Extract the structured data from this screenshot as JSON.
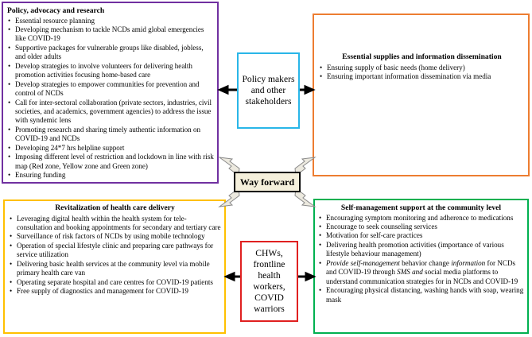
{
  "center": {
    "label": "Way forward"
  },
  "policy_makers": {
    "label": "Policy makers and other stakeholders"
  },
  "chws": {
    "label": "CHWs, frontline health workers, COVID warriors"
  },
  "policy_box": {
    "title": "Policy, advocacy and research",
    "items": [
      "Essential resource planning",
      "Developing mechanism to tackle NCDs amid global emergencies like COVID-19",
      "Supportive packages for vulnerable groups like disabled, jobless, and older adults",
      "Develop strategies to involve volunteers for delivering health promotion activities focusing home-based care",
      "Develop strategies to empower communities for prevention and control of NCDs",
      "Call for inter-sectoral collaboration (private sectors, industries, civil societies, and academics, government agencies) to address the issue with syndemic lens",
      "Promoting research and sharing timely authentic information on COVID-19 and NCDs",
      "Developing 24*7 hrs helpline support",
      "Imposing different level of restriction and lockdown in line with risk map (Red zone, Yellow zone and Green zone)",
      "Ensuring funding"
    ]
  },
  "essential_box": {
    "title": "Essential supplies and information dissemination",
    "items": [
      "Ensuring supply of basic needs (home delivery)",
      "Ensuring important information dissemination via media"
    ]
  },
  "revit_box": {
    "title": "Revitalization of health care delivery",
    "items": [
      "Leveraging digital health within the health system for tele-consultation and booking appointments for secondary and tertiary care",
      "Surveillance of risk factors of NCDs by using mobile technology",
      "Operation of special lifestyle clinic and preparing care pathways for service utilization",
      "Delivering basic health services at the community level via mobile primary health care van",
      "Operating separate hospital and care centres for COVID-19 patients",
      "Free supply of diagnostics and management for COVID-19"
    ]
  },
  "selfm_box": {
    "title": "Self-management support at the community level",
    "items": [
      "Encouraging symptom monitoring and adherence to medications",
      "Encourage to seek counseling services",
      "Motivation for self-care practices",
      "Delivering health promotion activities (importance of various lifestyle behaviour management)",
      "",
      "Encouraging physical distancing, washing hands with soap, wearing mask"
    ],
    "item5_parts": {
      "p1": "Provide self-management",
      "p2": " behavior change ",
      "p3": "information",
      "p4": " for NCDs and COVID-19 through ",
      "p5": "SMS and",
      "p6": " social media platforms to understand communication strategies for in NCDs and COVID-19"
    }
  },
  "colors": {
    "policy_border": "#7030a0",
    "essential_border": "#ed7d31",
    "revit_border": "#ffc000",
    "selfm_border": "#00b050",
    "policy_makers_border": "#29b6e8",
    "chws_border": "#e02020",
    "center_fill": "#f5f0dc"
  }
}
